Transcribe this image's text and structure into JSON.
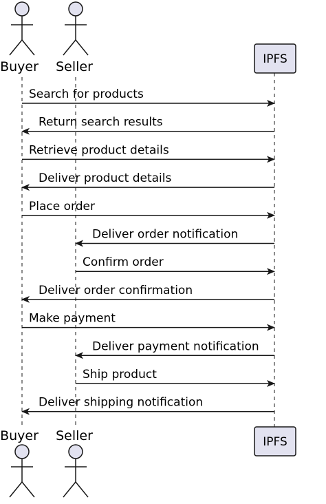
{
  "participants": {
    "buyer": {
      "name": "Buyer",
      "kind": "actor"
    },
    "seller": {
      "name": "Seller",
      "kind": "actor"
    },
    "ipfs": {
      "name": "IPFS",
      "kind": "participant"
    }
  },
  "colors": {
    "actor_fill": "#e2e2f0",
    "actor_stroke": "#181818",
    "box_fill": "#e2e2f0",
    "box_stroke": "#181818",
    "lifeline": "#181818",
    "arrow": "#181818"
  },
  "messages": [
    {
      "from": "buyer",
      "to": "ipfs",
      "label": "Search for products"
    },
    {
      "from": "ipfs",
      "to": "buyer",
      "label": "Return search results"
    },
    {
      "from": "buyer",
      "to": "ipfs",
      "label": "Retrieve product details"
    },
    {
      "from": "ipfs",
      "to": "buyer",
      "label": "Deliver product details"
    },
    {
      "from": "buyer",
      "to": "ipfs",
      "label": "Place order"
    },
    {
      "from": "ipfs",
      "to": "seller",
      "label": "Deliver order notification"
    },
    {
      "from": "seller",
      "to": "ipfs",
      "label": "Confirm order"
    },
    {
      "from": "ipfs",
      "to": "buyer",
      "label": "Deliver order confirmation"
    },
    {
      "from": "buyer",
      "to": "ipfs",
      "label": "Make payment"
    },
    {
      "from": "ipfs",
      "to": "seller",
      "label": "Deliver payment notification"
    },
    {
      "from": "seller",
      "to": "ipfs",
      "label": "Ship product"
    },
    {
      "from": "ipfs",
      "to": "buyer",
      "label": "Deliver shipping notification"
    }
  ]
}
